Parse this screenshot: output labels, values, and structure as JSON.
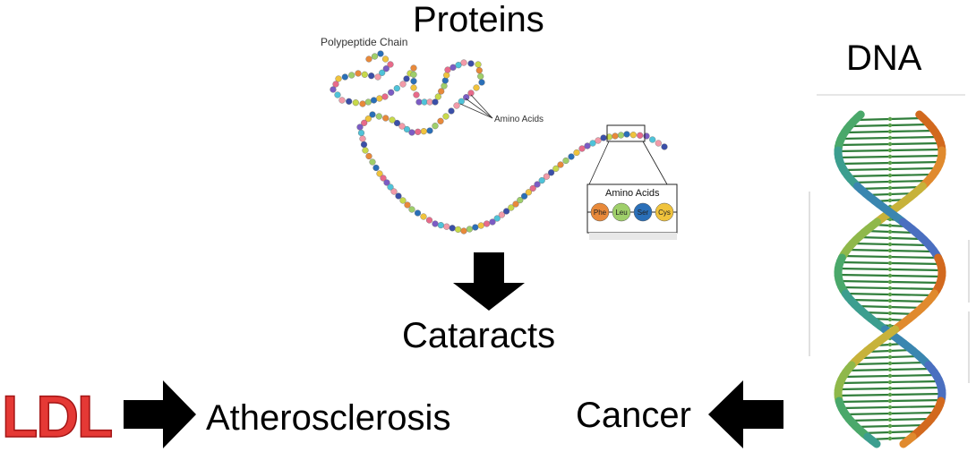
{
  "titles": {
    "proteins": "Proteins",
    "dna": "DNA",
    "cataracts": "Cataracts",
    "atherosclerosis": "Atherosclerosis",
    "cancer": "Cancer",
    "ldl": "LDL"
  },
  "protein_figure": {
    "chain_label": "Polypeptide Chain",
    "amino_label": "Amino Acids",
    "inset_title": "Amino Acids",
    "inset_beads": [
      {
        "label": "Phe",
        "color": "#e8893a"
      },
      {
        "label": "Leu",
        "color": "#9fcf6a"
      },
      {
        "label": "Ser",
        "color": "#2a6fb8"
      },
      {
        "label": "Cys",
        "color": "#f0c33c"
      }
    ]
  },
  "colors": {
    "ldl_fill": "#e53935",
    "ldl_stroke": "#a31515",
    "arrow": "#000000",
    "bead_palette": [
      "#e8893a",
      "#9fcf6a",
      "#2a6fb8",
      "#f0c33c",
      "#e86a8a",
      "#7b5cc4",
      "#4fc3d9",
      "#f29aa8",
      "#3b4fa8",
      "#c7d94a"
    ]
  },
  "icons": [
    "down-arrow-icon",
    "right-arrow-icon",
    "left-arrow-icon",
    "dna-helix-icon",
    "polypeptide-chain-icon"
  ]
}
